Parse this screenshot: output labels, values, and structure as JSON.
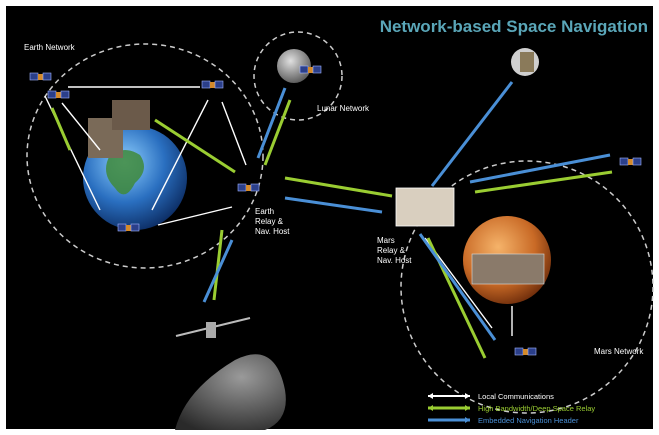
{
  "title": "Network-based Space Navigation",
  "networks": {
    "earth": "Earth Network",
    "lunar": "Lunar Network",
    "mars": "Mars Network"
  },
  "nodes": {
    "earth_relay": [
      "Earth",
      "Relay &",
      "Nav. Host"
    ],
    "mars_relay": [
      "Mars",
      "Relay &",
      "Nav. Host"
    ]
  },
  "legend": [
    {
      "label": "Local Communications",
      "color": "#ffffff"
    },
    {
      "label": "High Bandwidth/Deep Space Relay",
      "color": "#9acd32"
    },
    {
      "label": "Embedded Navigation Header",
      "color": "#4a8fd6"
    }
  ],
  "colors": {
    "background": "#000000",
    "title": "#5aa6b8",
    "local": "#ffffff",
    "relay": "#9acd32",
    "nav": "#4a8fd6"
  }
}
